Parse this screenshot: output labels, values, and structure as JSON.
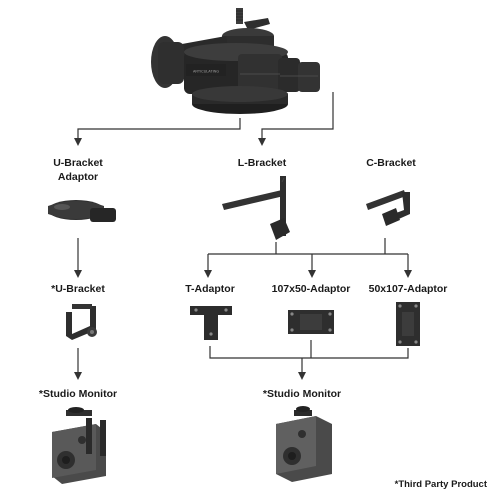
{
  "colors": {
    "product_dark": "#2b2b2b",
    "product_mid": "#3c3c3c",
    "product_light": "#5a5a5a",
    "speaker_body": "#4a4a4a",
    "speaker_front": "#6b6b6b",
    "connector": "#333333"
  },
  "top": {
    "device_brand": "ARTICULATING"
  },
  "level1": {
    "u_bracket_adaptor_line1": "U-Bracket",
    "u_bracket_adaptor_line2": "Adaptor",
    "l_bracket": "L-Bracket",
    "c_bracket": "C-Bracket"
  },
  "level2": {
    "u_bracket": "*U-Bracket",
    "t_adaptor": "T-Adaptor",
    "adaptor_107x50": "107x50-Adaptor",
    "adaptor_50x107": "50x107-Adaptor"
  },
  "level3": {
    "studio_monitor_left": "*Studio Monitor",
    "studio_monitor_right": "*Studio Monitor"
  },
  "footnote": "*Third Party Product"
}
